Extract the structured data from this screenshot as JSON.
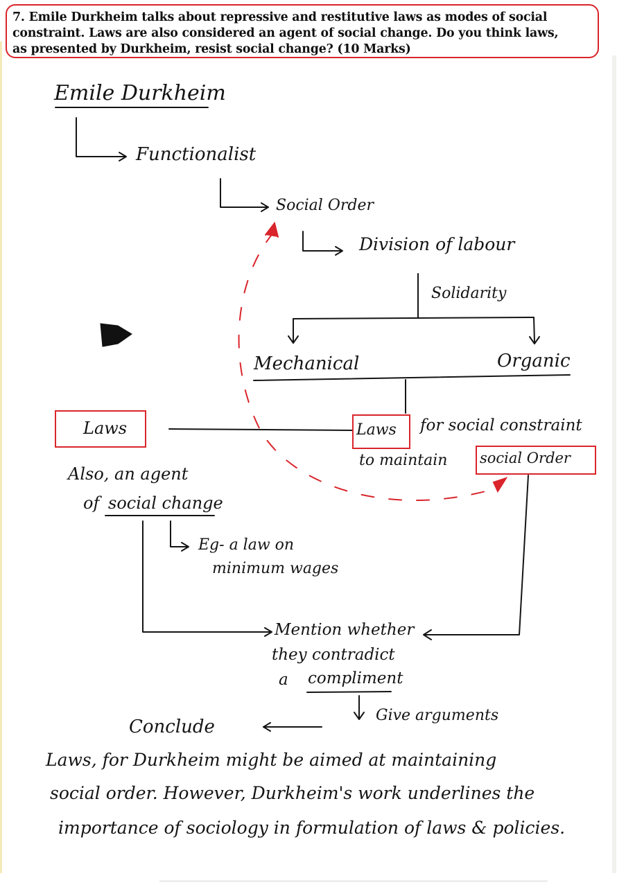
{
  "question": {
    "lines": [
      "7. Emile Durkheim talks about repressive and restitutive laws as modes of social",
      "constraint. Laws are also considered an agent of social change. Do you think laws,",
      "as presented by Durkheim, resist social change? (10 Marks)"
    ]
  },
  "diagram": {
    "root": "Emile Durkheim",
    "functionalist": "Functionalist",
    "social_order": "Social Order",
    "division_of_labour": "Division of labour",
    "solidarity": "Solidarity",
    "mechanical": "Mechanical",
    "organic": "Organic",
    "laws_left": "Laws",
    "also_line1": "Also, an agent",
    "also_line2_of": "of",
    "also_line2_rest": "social change",
    "eg_line1": "Eg- a law on",
    "eg_line2": "minimum wages",
    "laws_center": "Laws",
    "constraint_rest": "for social constraint",
    "maintain_line": "to maintain",
    "social_order_box": "social Order",
    "mention_line1": "Mention whether",
    "mention_line2": "they contradict",
    "mention_line3_a": "a",
    "mention_line3_rest": "compliment",
    "give_arguments": "Give arguments",
    "conclude": "Conclude",
    "conclusion_lines": [
      "Laws, for Durkheim might be aimed at maintaining",
      "social order. However, Durkheim's work underlines the",
      "importance of sociology in formulation of laws & policies."
    ]
  },
  "colors": {
    "ink": "#141414",
    "accent_red": "#d9252b"
  }
}
